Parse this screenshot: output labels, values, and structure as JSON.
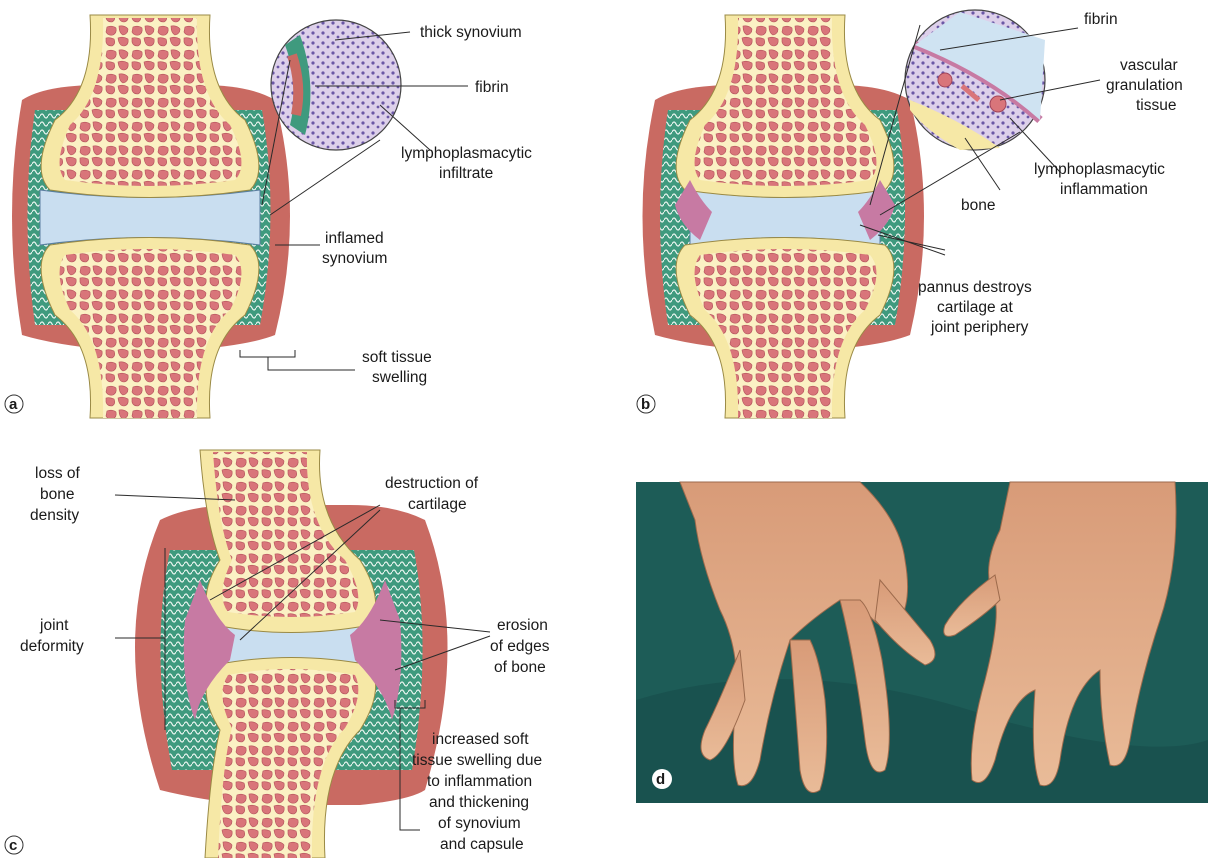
{
  "panels": {
    "a": {
      "letter": "a",
      "labels": {
        "thick_synovium": "thick synovium",
        "fibrin": "fibrin",
        "lympho_line1": "lymphoplasmacytic",
        "lympho_line2": "infiltrate",
        "inflamed_line1": "inflamed",
        "inflamed_line2": "synovium",
        "swelling_line1": "soft tissue",
        "swelling_line2": "swelling"
      }
    },
    "b": {
      "letter": "b",
      "labels": {
        "fibrin": "fibrin",
        "vascular_line1": "vascular",
        "vascular_line2": "granulation",
        "vascular_line3": "tissue",
        "bone": "bone",
        "lympho_line1": "lymphoplasmacytic",
        "lympho_line2": "inflammation",
        "pannus_line1": "pannus destroys",
        "pannus_line2": "cartilage at",
        "pannus_line3": "joint periphery"
      }
    },
    "c": {
      "letter": "c",
      "labels": {
        "loss_line1": "loss of",
        "loss_line2": "bone",
        "loss_line3": "density",
        "destruction_line1": "destruction of",
        "destruction_line2": "cartilage",
        "deformity_line1": "joint",
        "deformity_line2": "deformity",
        "erosion_line1": "erosion",
        "erosion_line2": "of edges",
        "erosion_line3": "of bone",
        "increased_line1": "increased soft",
        "increased_line2": "tissue swelling due",
        "increased_line3": "to inflammation",
        "increased_line4": "and thickening",
        "increased_line5": "of synovium",
        "increased_line6": "and capsule"
      }
    },
    "d": {
      "letter": "d"
    }
  },
  "colors": {
    "bone_cortex": "#f6e8a6",
    "marrow": "#d9757a",
    "synovium_green": "#3f9a7e",
    "capsule": "#c96a62",
    "cartilage_blue": "#c9def0",
    "pannus_pink": "#c77aa3",
    "photo_cloth": "#1d5c57",
    "skin": "#e0a884"
  }
}
